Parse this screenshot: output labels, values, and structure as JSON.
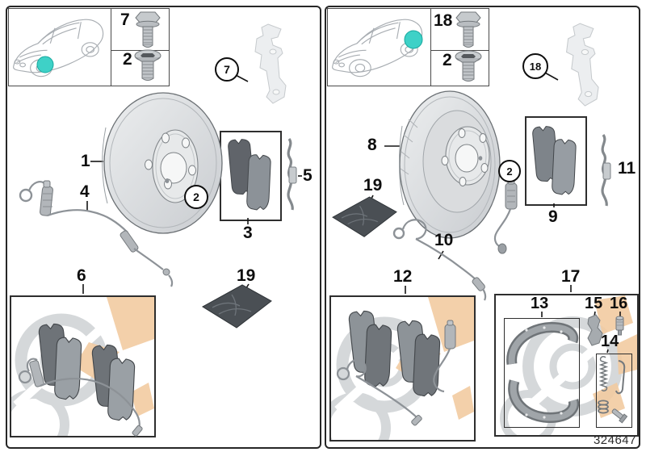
{
  "footer": {
    "diagram_number": "324647"
  },
  "colors": {
    "location_dot": "#3ED1C7",
    "watermark_orange": "#F2CBA1",
    "watermark_gray": "#D5D8DA"
  },
  "left_panel": {
    "fastener_box": {
      "bolt": "7",
      "plug_screw": "2"
    },
    "carrier_callout": "7",
    "labels": {
      "disc": "1",
      "set_screw": "2",
      "pads_box": "3",
      "wear_sensor": "4",
      "retaining_clip": "5",
      "pad_set_box": "6",
      "grease_pouch": "19"
    }
  },
  "right_panel": {
    "fastener_box": {
      "bolt": "18",
      "plug_screw": "2"
    },
    "carrier_callout": "18",
    "labels": {
      "disc": "8",
      "set_screw": "2",
      "pads_box": "9",
      "wear_sensor": "10",
      "retaining_clip": "11",
      "pad_set_box": "12",
      "grease_pouch": "19",
      "shoe_kit_box": "17",
      "brake_shoes_box": "13",
      "attachment_kit_box": "14",
      "adjuster": "15",
      "expander": "16"
    }
  }
}
